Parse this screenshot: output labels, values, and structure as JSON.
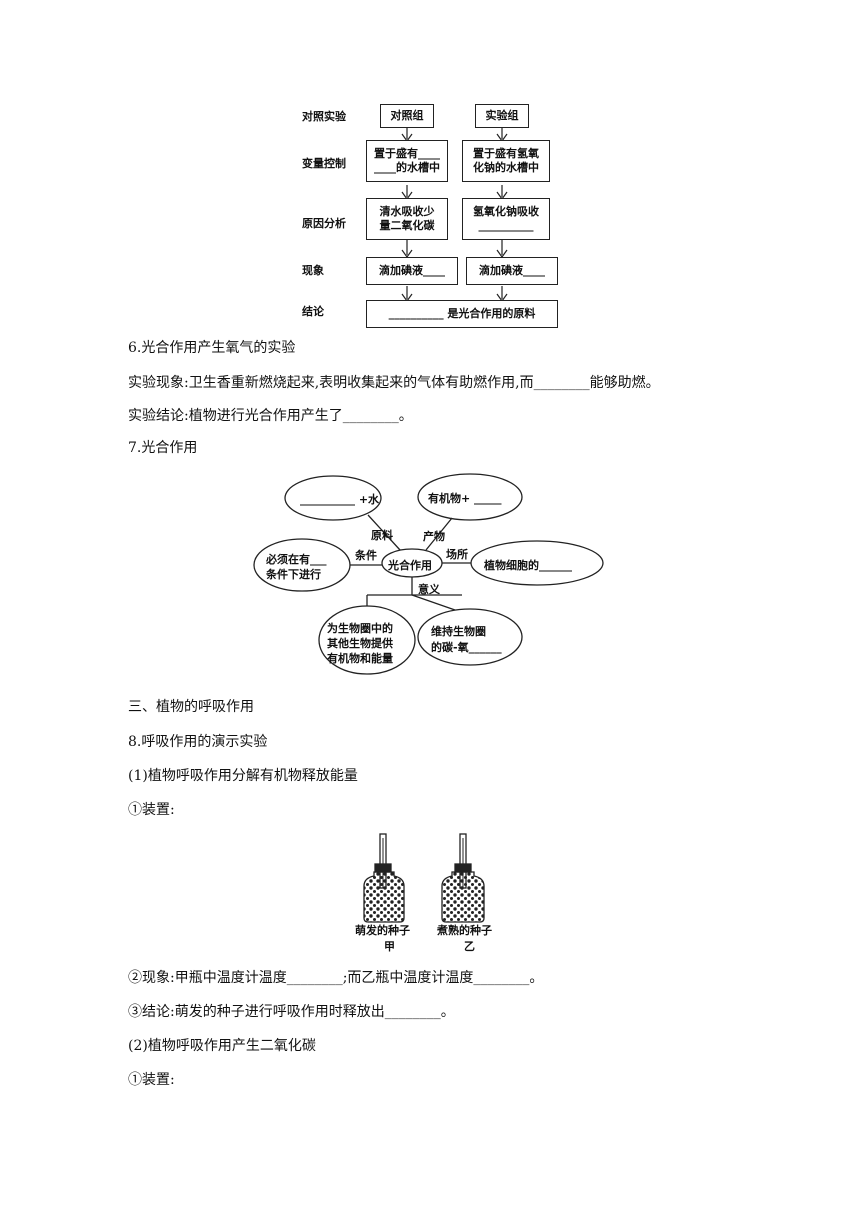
{
  "flowchart": {
    "row_labels": [
      "对照实验",
      "变量控制",
      "原因分析",
      "现象",
      "结论"
    ],
    "control_group": "对照组",
    "experiment_group": "实验组",
    "var_control_line1": "置于盛有____",
    "var_control_line2": "____的水槽中",
    "var_exp_line1": "置于盛有氢氧",
    "var_exp_line2": "化钠的水槽中",
    "cause_control_line1": "清水吸收少",
    "cause_control_line2": "量二氧化碳",
    "cause_exp_line1": "氢氧化钠吸收",
    "cause_exp_line2": "__________",
    "phenom_control": "滴加碘液____",
    "phenom_exp": "滴加碘液____",
    "conclusion": "__________ 是光合作用的原料"
  },
  "sec6": {
    "heading": "6.光合作用产生氧气的实验",
    "phenomenon": "实验现象:卫生香重新燃烧起来,表明收集起来的气体有助燃作用,而________能够助燃。",
    "conclusion": "实验结论:植物进行光合作用产生了________。"
  },
  "sec7": {
    "heading": "7.光合作用",
    "center": "光合作用",
    "raw_ellipse": "__________ +水",
    "product_ellipse": "有机物+ _____",
    "condition_line1": "必须在有___",
    "condition_line2": "条件下进行",
    "place_ellipse": "植物细胞的______",
    "meaning1_line1": "为生物圈中的",
    "meaning1_line2": "其他生物提供",
    "meaning1_line3": "有机物和能量",
    "meaning2_line1": "维持生物圈",
    "meaning2_line2": "的碳-氧______",
    "label_raw": "原料",
    "label_product": "产物",
    "label_condition": "条件",
    "label_place": "场所",
    "label_meaning": "意义"
  },
  "sec3": {
    "heading": "三、植物的呼吸作用"
  },
  "sec8": {
    "heading": "8.呼吸作用的演示实验",
    "sub1": "(1)植物呼吸作用分解有机物释放能量",
    "device1": "①装置:",
    "bottle_a_label": "萌发的种子",
    "bottle_a_name": "甲",
    "bottle_b_label": "煮熟的种子",
    "bottle_b_name": "乙",
    "phenomenon": "②现象:甲瓶中温度计温度________;而乙瓶中温度计温度________。",
    "conclusion": "③结论:萌发的种子进行呼吸作用时释放出________。",
    "sub2": "(2)植物呼吸作用产生二氧化碳",
    "device2": "①装置:"
  }
}
